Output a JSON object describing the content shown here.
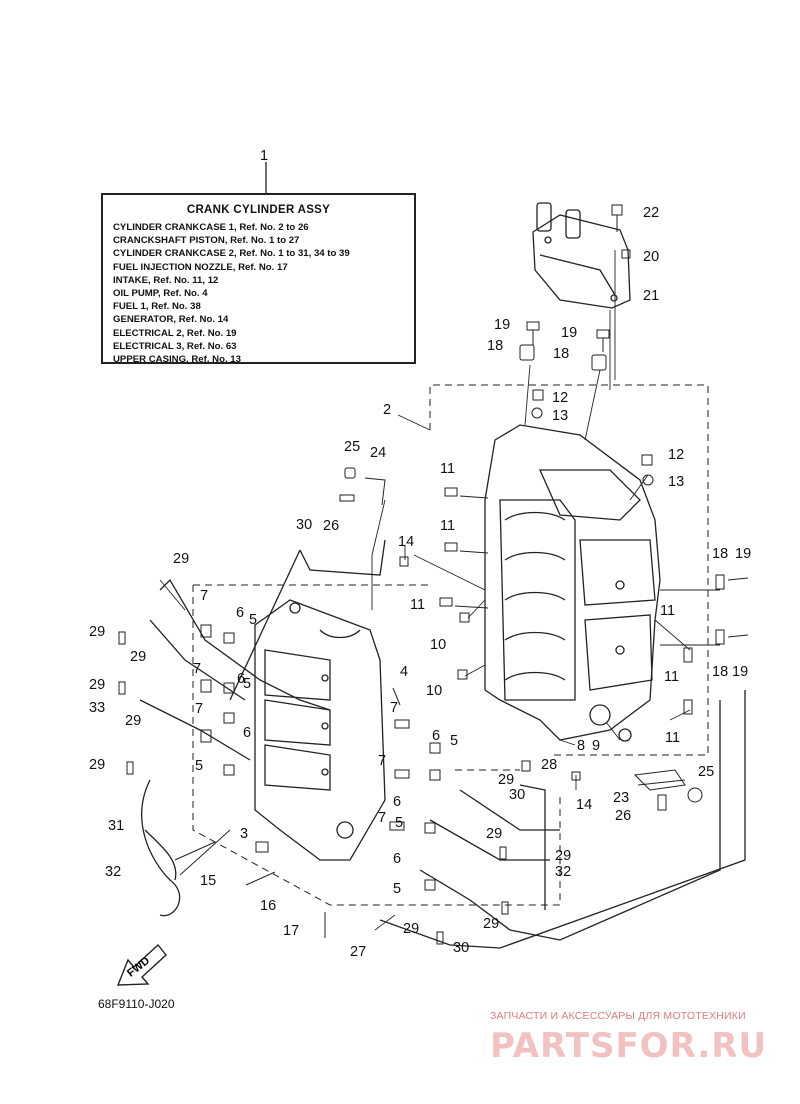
{
  "legend": {
    "title": "CRANK CYLINDER ASSY",
    "lines": [
      "CYLINDER CRANKCASE 1,  Ref. No. 2 to 26",
      "CRANCKSHAFT PISTON,  Ref. No. 1 to 27",
      "CYLINDER CRANKCASE 2,  Ref. No. 1 to 31, 34 to 39",
      "FUEL INJECTION NOZZLE,  Ref. No. 17",
      "INTAKE,  Ref. No. 11, 12",
      "OIL PUMP,  Ref. No. 4",
      "FUEL 1,  Ref. No. 38",
      "GENERATOR,  Ref. No. 14",
      "ELECTRICAL 2,  Ref. No. 19",
      "ELECTRICAL 3,  Ref. No. 63",
      "UPPER CASING,  Ref. No. 13"
    ]
  },
  "diagram_code": "68F9110-J020",
  "fwd_label": "FWD",
  "watermark": {
    "tagline": "ЗАПЧАСТИ И АКСЕССУАРЫ ДЛЯ МОТОТЕХНИКИ",
    "brand": "PARTSFOR.RU"
  },
  "callouts": [
    "1",
    "2",
    "3",
    "4",
    "5",
    "6",
    "7",
    "8",
    "9",
    "10",
    "11",
    "12",
    "13",
    "14",
    "15",
    "16",
    "17",
    "18",
    "19",
    "20",
    "21",
    "22",
    "23",
    "24",
    "25",
    "26",
    "27",
    "28",
    "29",
    "30",
    "31",
    "32",
    "33"
  ]
}
